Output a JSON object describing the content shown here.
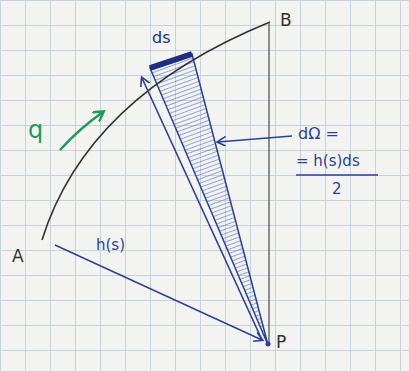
{
  "diagram": {
    "labels": [
      "B",
      "A",
      "P",
      "ds",
      "q",
      "h(s)",
      "dΩ =",
      "= h(s)ds",
      "2"
    ]
  }
}
